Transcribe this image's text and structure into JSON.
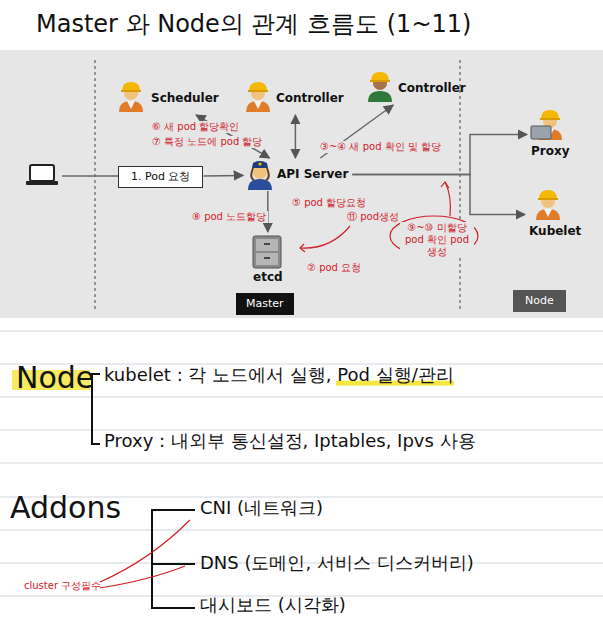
{
  "diagram": {
    "title": "Master 와 Node의 관계 흐름도 (1~11)",
    "nodes": [
      {
        "text": [
          "Scheduler"
        ]
      },
      {
        "text": [
          "Controller"
        ]
      },
      {
        "text": [
          "Controller"
        ]
      },
      {
        "text": [
          "API Server"
        ]
      },
      {
        "text": [
          "etcd"
        ]
      },
      {
        "text": [
          "1. Pod 요청"
        ]
      },
      {
        "text": [
          "Proxy"
        ]
      },
      {
        "text": [
          "Kubelet"
        ]
      },
      {
        "text": [
          "Master"
        ]
      },
      {
        "text": [
          "Node"
        ]
      }
    ],
    "edges": [
      {
        "from": 0,
        "to": 3,
        "arrow": "both"
      },
      {
        "from": 1,
        "to": 3,
        "arrow": "both"
      },
      {
        "from": 3,
        "to": 2,
        "arrow": "to"
      },
      {
        "from": 5,
        "to": 3,
        "arrow": "to"
      },
      {
        "from": 3,
        "to": 4,
        "arrow": "to"
      },
      {
        "from": 3,
        "to": 6,
        "arrow": "to"
      },
      {
        "from": 3,
        "to": 7,
        "arrow": "to"
      }
    ],
    "labels": [
      "⑥ 새 pod 할당확인",
      "⑦ 특정 노드에 pod 할당",
      "③~④ 새 pod 확인 및 할당",
      "⑤ pod 할당요청",
      "⑧ pod 노드할당",
      "⑪ pod생성",
      "② pod 요청",
      "⑨~⑩ 미할당 pod 확인 pod 생성",
      "Node",
      "kubelet : 각 노드에서 실행, Pod 실행/관리",
      "Proxy : 내외부 통신설정, Iptables, Ipvs 사용",
      "Addons",
      "CNI (네트워크)",
      "DNS (도메인, 서비스 디스커버리)",
      "대시보드 (시각화)",
      "cluster 구성필수"
    ]
  }
}
